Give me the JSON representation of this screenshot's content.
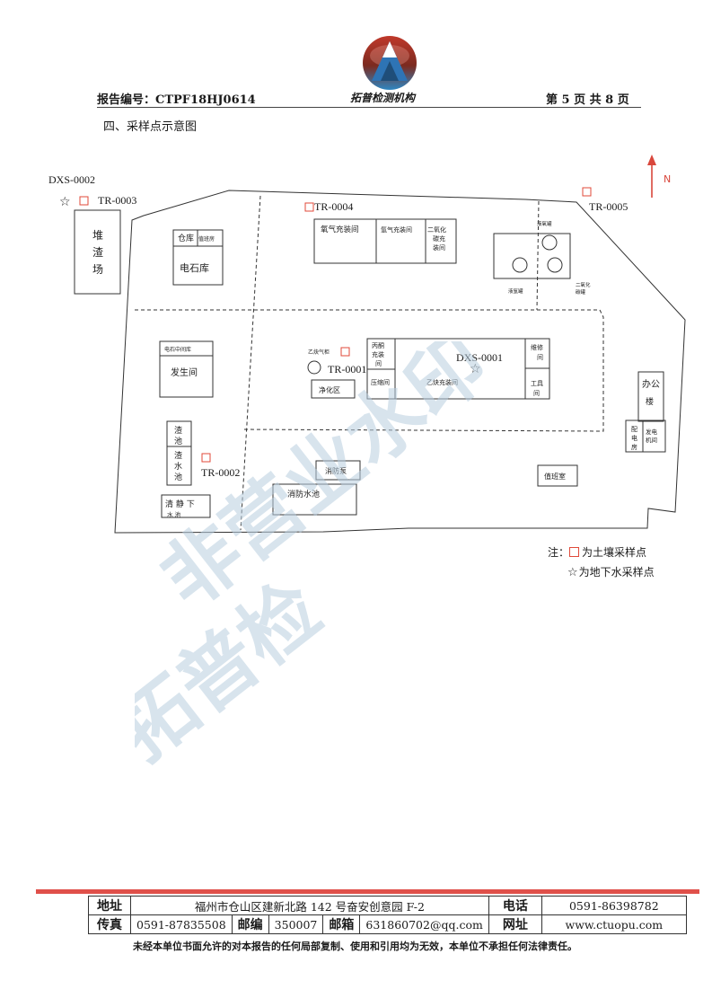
{
  "header": {
    "report_number": "报告编号：CTPF18HJ0614",
    "org_name": "拓普检测机构",
    "page_indicator": "第 5 页 共 8 页"
  },
  "section_title": "四、采样点示意图",
  "colors": {
    "soil_marker": "#e04a3a",
    "north_arrow": "#d9473c",
    "footer_bar": "#e0504a",
    "watermark": "#b9cfe0",
    "logo_top": "#c0392b",
    "logo_bottom": "#2e86c1"
  },
  "map": {
    "north": "N",
    "buildings": {
      "slag_yard": [
        "堆",
        "渣",
        "场"
      ],
      "warehouse": "仓库",
      "small_room": "值班房",
      "calcium_carbide_store": "电石库",
      "oxygen_filling": "氧气充装间",
      "argon_filling": "氩气充装间",
      "co2_filling": [
        "二氧化",
        "碳充",
        "装间"
      ],
      "liquid_oxygen_tank": "液氧罐",
      "liquid_argon_tank": "液氩罐",
      "co2_tank": [
        "二氧化",
        "碳罐"
      ],
      "carbide_intermediate": "电石中间库",
      "generator_room": "发生间",
      "acetylene_cabinet": "乙炔气柜",
      "purification_area": "净化区",
      "acetone_filling": [
        "丙酮",
        "充装",
        "间"
      ],
      "compressor_room": "压缩间",
      "acetylene_filling": "乙炔充装间",
      "repair_room": [
        "维修",
        "间"
      ],
      "tool_room": [
        "工具",
        "间"
      ],
      "office": [
        "办公",
        "楼"
      ],
      "power_room": [
        "配",
        "电",
        "房"
      ],
      "power_room_2": [
        "发电",
        "机间"
      ],
      "slag_pool": [
        "渣",
        "池"
      ],
      "slag_water_pool": [
        "渣",
        "水",
        "池"
      ],
      "clear_water_pool": [
        "清 静 下",
        "水 池"
      ],
      "fire_pump": "消防泵",
      "fire_pool": "消防水池",
      "duty_room": "值班室"
    },
    "sample_points": {
      "DXS-0002": "DXS-0002",
      "TR-0003": "TR-0003",
      "TR-0004": "TR-0004",
      "TR-0005": "TR-0005",
      "TR-0001": "TR-0001",
      "DXS-0001": "DXS-0001",
      "TR-0002": "TR-0002"
    }
  },
  "notes": {
    "prefix": "注：",
    "soil": "为土壤采样点",
    "groundwater": "为地下水采样点"
  },
  "watermark": {
    "line1": "非营业水印",
    "line2": "拓普检"
  },
  "footer": {
    "address_label": "地址",
    "address": "福州市仓山区建新北路 142 号奋安创意园 F-2",
    "phone_label": "电话",
    "phone": "0591-86398782",
    "fax_label": "传真",
    "fax": "0591-87835508",
    "postcode_label": "邮编",
    "postcode": "350007",
    "email_label": "邮箱",
    "email": "631860702@qq.com",
    "website_label": "网址",
    "website": "www.ctuopu.com",
    "disclaimer": "未经本单位书面允许的对本报告的任何局部复制、使用和引用均为无效，本单位不承担任何法律责任。"
  }
}
